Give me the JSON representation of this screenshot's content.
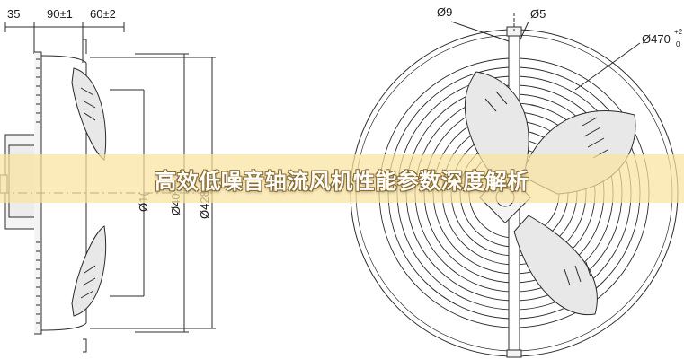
{
  "side_view": {
    "dim_35": "35",
    "dim_90": "90±1",
    "dim_60": "60±2",
    "dim_d1": "Ø1(",
    "dim_d2": "Ø40",
    "dim_d3": "Ø428"
  },
  "front_view": {
    "dim_9": "Ø9",
    "dim_5": "Ø5",
    "dim_470": "Ø470",
    "dim_470_tol_upper": "+2",
    "dim_470_tol_lower": "0"
  },
  "banner": {
    "title": "高效低噪音轴流风机性能参数深度解析",
    "color": "#fae2a0"
  },
  "colors": {
    "line": "#2b2b2b",
    "fill": "#f4f4f4",
    "blade": "#e8e8e8"
  }
}
